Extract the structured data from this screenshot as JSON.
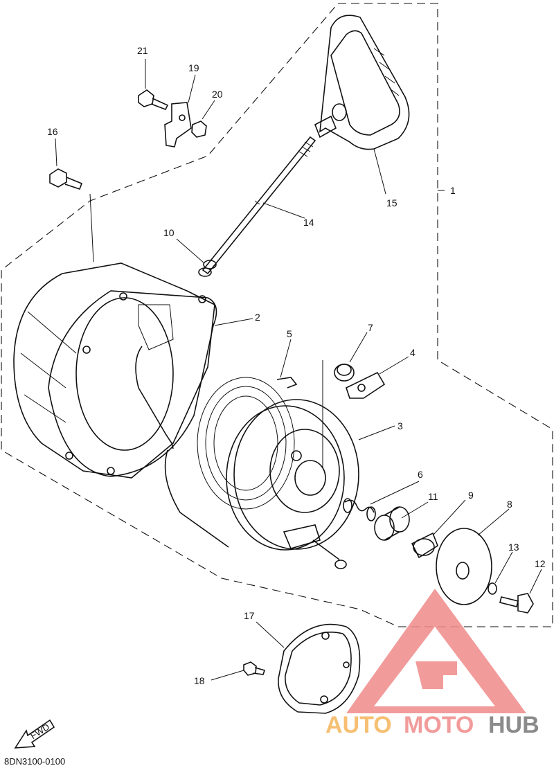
{
  "diagram": {
    "drawing_code": "8DN3100-0100",
    "fwd_label": "FWD",
    "callouts": [
      "1",
      "2",
      "3",
      "4",
      "5",
      "6",
      "7",
      "8",
      "9",
      "10",
      "11",
      "12",
      "13",
      "14",
      "15",
      "16",
      "17",
      "18",
      "19",
      "20",
      "21"
    ]
  },
  "watermark": {
    "text_part1": "AUTO",
    "text_part2": "MOTO",
    "text_part3": "HUB",
    "color_primary": "#f08a8a",
    "color_secondary": "#f5b55a",
    "color_dark": "#777777"
  },
  "colors": {
    "line": "#111111",
    "background": "#ffffff"
  }
}
